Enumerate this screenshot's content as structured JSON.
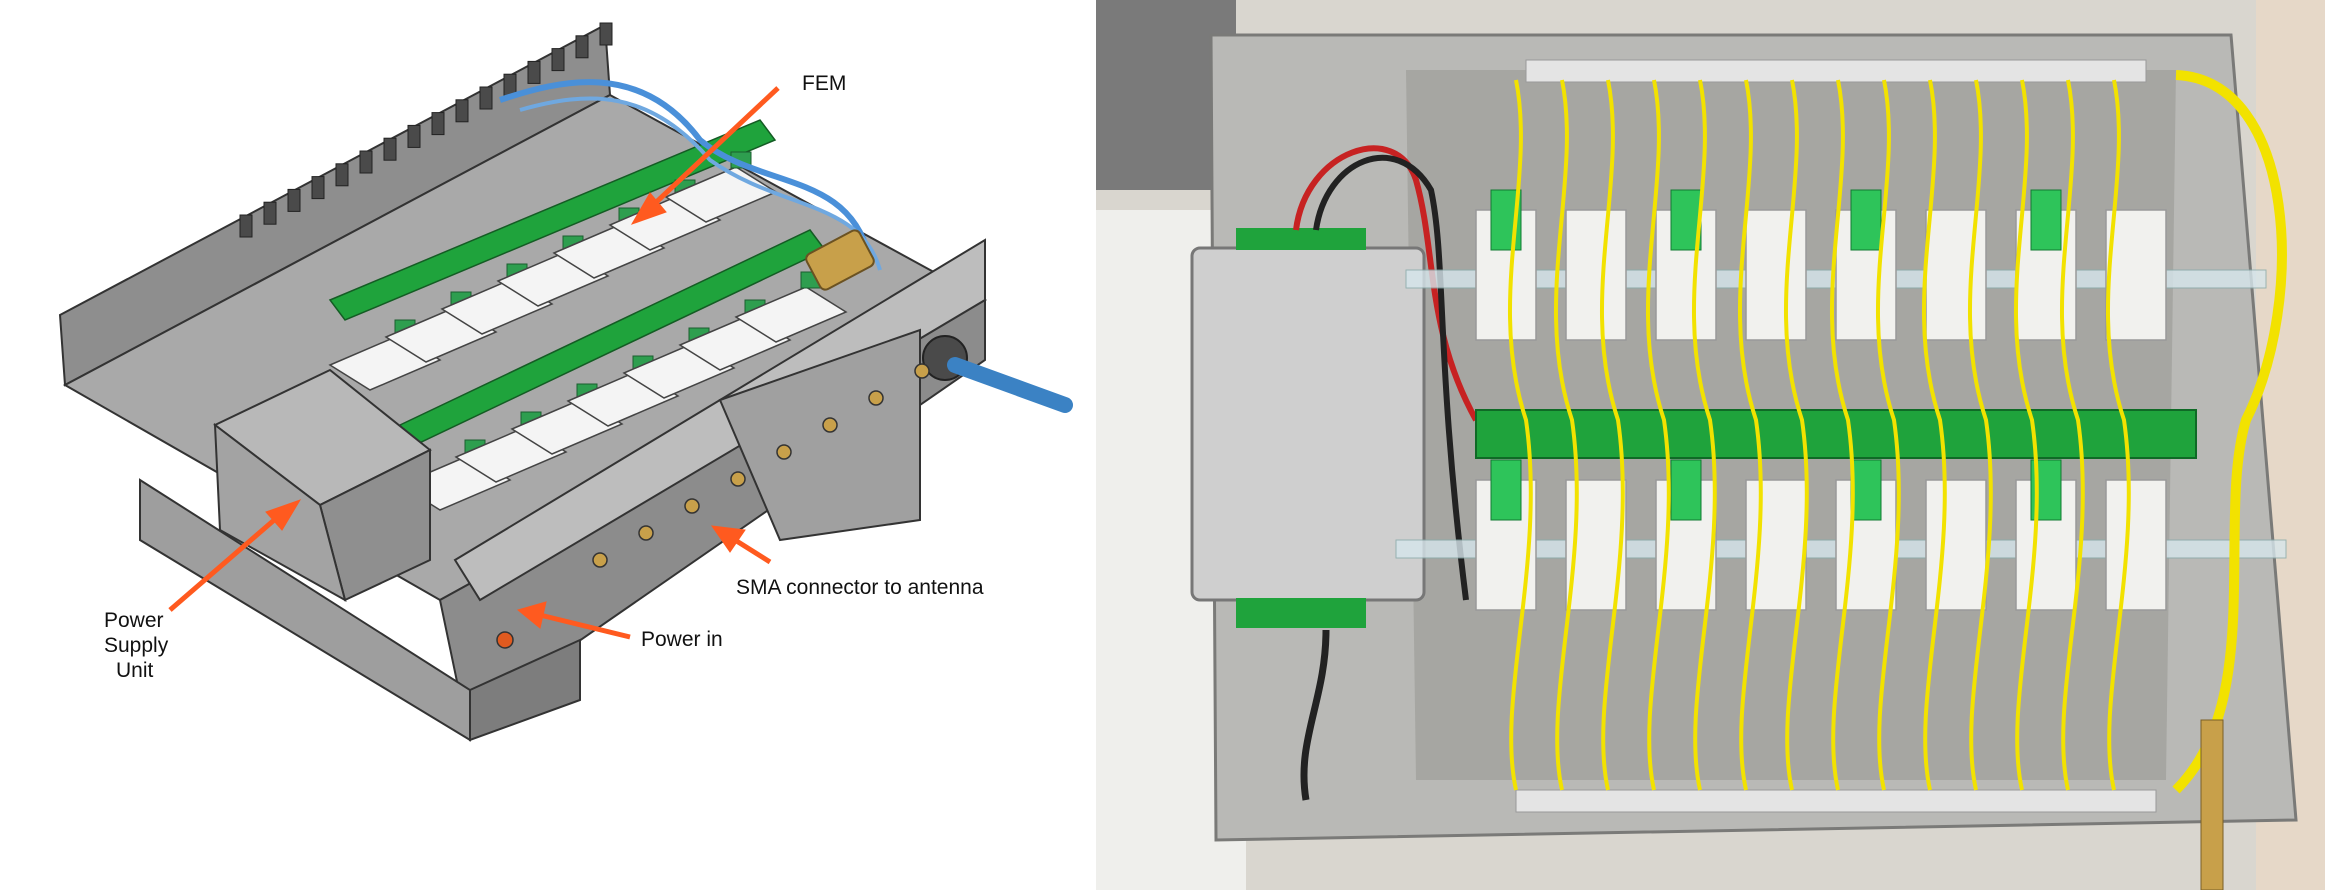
{
  "cad_labels": {
    "fem": "FEM",
    "psu_line1": "Power",
    "psu_line2": "Supply",
    "psu_line3": "Unit",
    "power_in": "Power in",
    "sma": "SMA connector to antenna"
  },
  "colors": {
    "arrow": "#ff5a1f",
    "chassis": "#9a9a9a",
    "chassis_dark": "#6b6b6b",
    "module": "#f4f4f4",
    "pcb": "#1fa33c",
    "connector": "#2e9e4f",
    "fiber": "#f2e200",
    "cable_blue": "#4a90d9",
    "brass": "#c8a04a"
  },
  "icons": [
    "fem-module-icon",
    "psu-box-icon",
    "sma-connector-icon",
    "cable-gland-icon"
  ]
}
